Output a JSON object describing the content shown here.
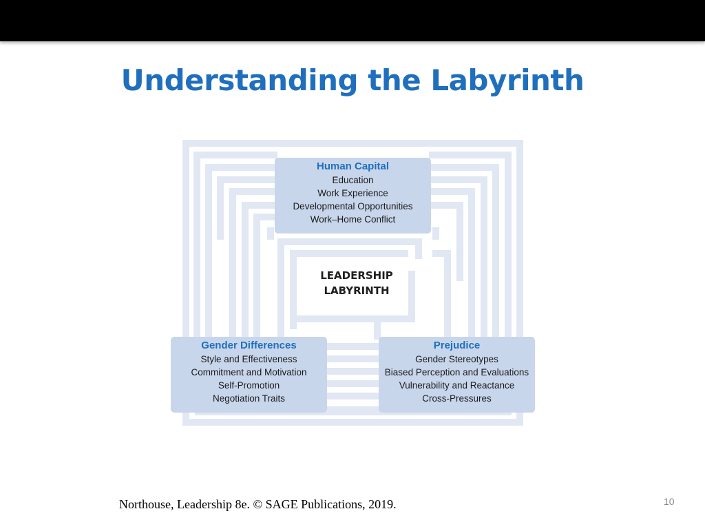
{
  "slide": {
    "title": "Understanding the Labyrinth",
    "page_number": "10",
    "citation": "Northouse, Leadership 8e. ©  SAGE Publications, 2019."
  },
  "colors": {
    "title": "#1f6fbd",
    "box_fill": "#c8d6ec",
    "box_title": "#1f6fbd",
    "maze_wall": "#e1e7f3",
    "background": "#ffffff"
  },
  "diagram": {
    "center": {
      "line1": "LEADERSHIP",
      "line2": "LABYRINTH"
    },
    "human_capital": {
      "title": "Human Capital",
      "items": [
        "Education",
        "Work Experience",
        "Developmental Opportunities",
        "Work–Home Conflict"
      ]
    },
    "gender_differences": {
      "title": "Gender Differences",
      "items": [
        "Style and Effectiveness",
        "Commitment and Motivation",
        "Self-Promotion",
        "Negotiation Traits"
      ]
    },
    "prejudice": {
      "title": "Prejudice",
      "items": [
        "Gender Stereotypes",
        "Biased Perception and Evaluations",
        "Vulnerability and Reactance",
        "Cross-Pressures"
      ]
    }
  }
}
